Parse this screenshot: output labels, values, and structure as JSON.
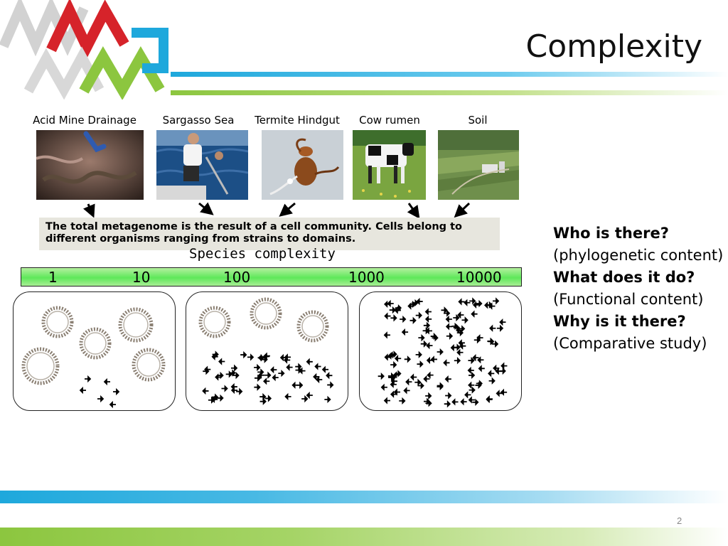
{
  "slide": {
    "title": "Complexity",
    "page_number": "2"
  },
  "environments": [
    {
      "label": "Acid Mine Drainage",
      "icon": "acid-mine-photo"
    },
    {
      "label": "Sargasso Sea",
      "icon": "sea-sampling-photo"
    },
    {
      "label": "Termite Hindgut",
      "icon": "termite-microbe-photo"
    },
    {
      "label": "Cow rumen",
      "icon": "cow-photo"
    },
    {
      "label": "Soil",
      "icon": "farmland-photo"
    }
  ],
  "note": "The total metagenome is the result of a cell community. Cells belong to different organisms ranging from strains to domains.",
  "species_scale": {
    "title": "Species complexity",
    "ticks": [
      "1",
      "10",
      "100",
      "1000",
      "10000"
    ]
  },
  "questions": [
    {
      "text": "Who is there?",
      "bold": true
    },
    {
      "text": "(phylogenetic content)",
      "bold": false
    },
    {
      "text": "What does it do?",
      "bold": true
    },
    {
      "text": "(Functional content)",
      "bold": false
    },
    {
      "text": "Why is it there?",
      "bold": true
    },
    {
      "text": "(Comparative study)",
      "bold": false
    }
  ],
  "colors": {
    "brand_red": "#d6232a",
    "brand_green": "#8cc63f",
    "brand_blue": "#1ea8dc",
    "scale_green": "#5ee85a",
    "note_bg": "#e7e6de"
  }
}
